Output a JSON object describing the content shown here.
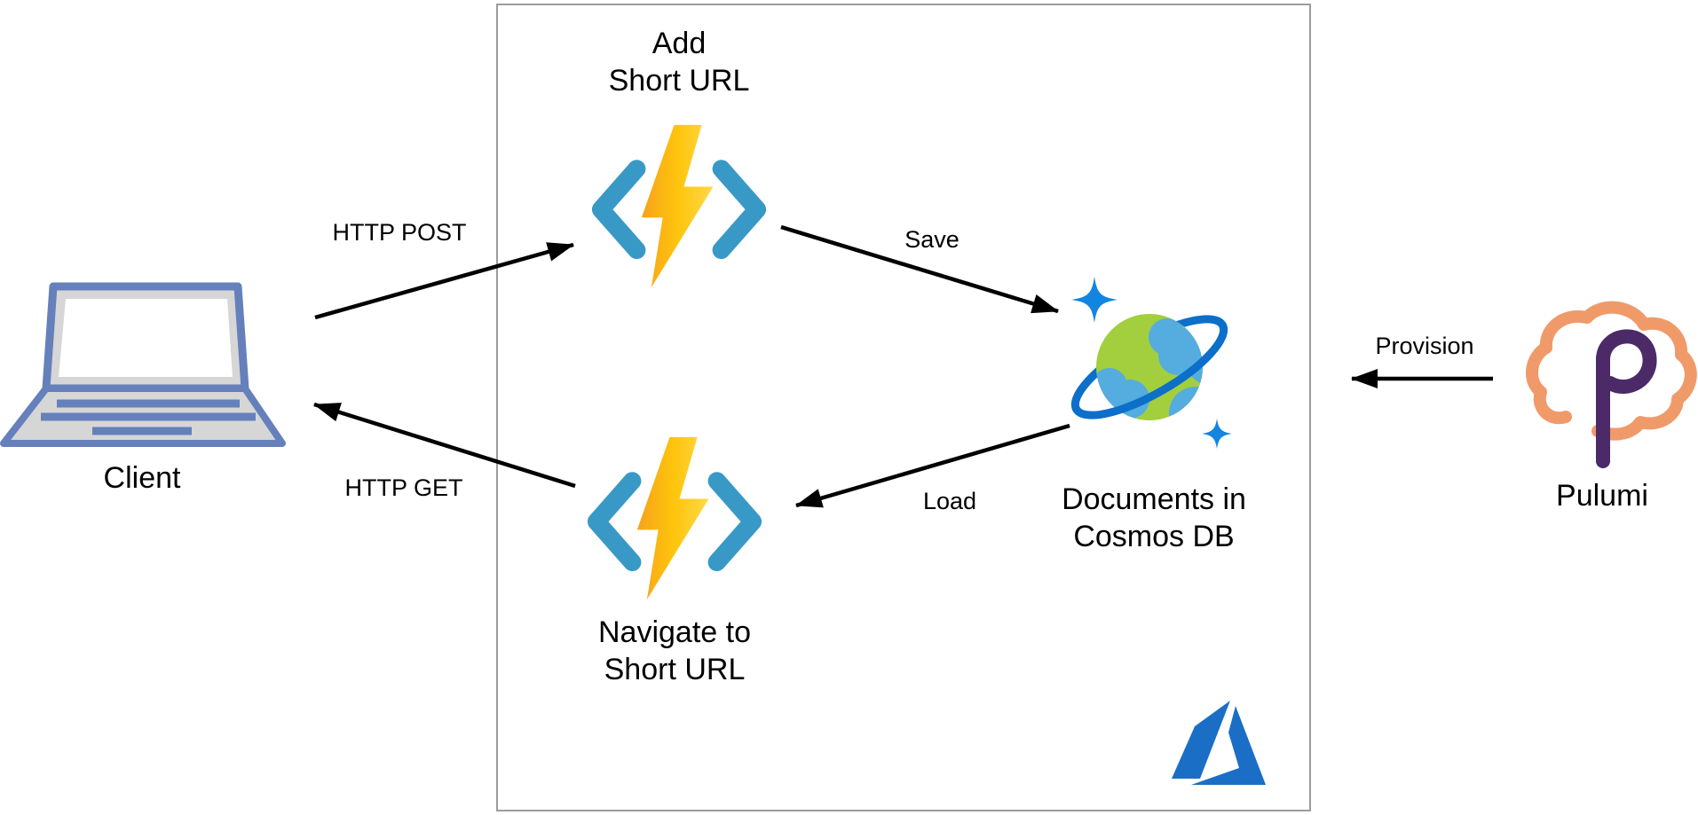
{
  "nodes": {
    "client": {
      "label": "Client"
    },
    "add_function": {
      "label": "Add\nShort URL"
    },
    "navigate_function": {
      "label": "Navigate to\nShort URL"
    },
    "cosmos": {
      "label": "Documents in\nCosmos DB"
    },
    "pulumi": {
      "label": "Pulumi"
    }
  },
  "edges": {
    "http_post": {
      "label": "HTTP POST"
    },
    "save": {
      "label": "Save"
    },
    "load": {
      "label": "Load"
    },
    "http_get": {
      "label": "HTTP GET"
    },
    "provision": {
      "label": "Provision"
    }
  },
  "icons": {
    "client": "laptop-icon",
    "add_function": "azure-function-icon",
    "navigate_function": "azure-function-icon",
    "cosmos": "cosmos-db-planet-icon",
    "azure_watermark": "azure-logo-icon",
    "pulumi": "pulumi-cloud-icon"
  },
  "colors": {
    "function_bracket": "#3999C6",
    "bolt_dark": "#F6A21C",
    "bolt_mid": "#FFC40C",
    "bolt_light": "#FFD946",
    "planet_green": "#A3CE3E",
    "cloud_blue": "#54ACDF",
    "ring_blue": "#0C6FC9",
    "sparkle_blue": "#1285E0",
    "azure_logo_blue": "#1B6EC6",
    "pulumi_orange": "#F09A6A",
    "pulumi_purple": "#4B2A67",
    "laptop_blue": "#6580BB",
    "laptop_gray": "#D6D6D6",
    "arrow_black": "#000000",
    "box_border_gray": "#9C9C9C"
  }
}
